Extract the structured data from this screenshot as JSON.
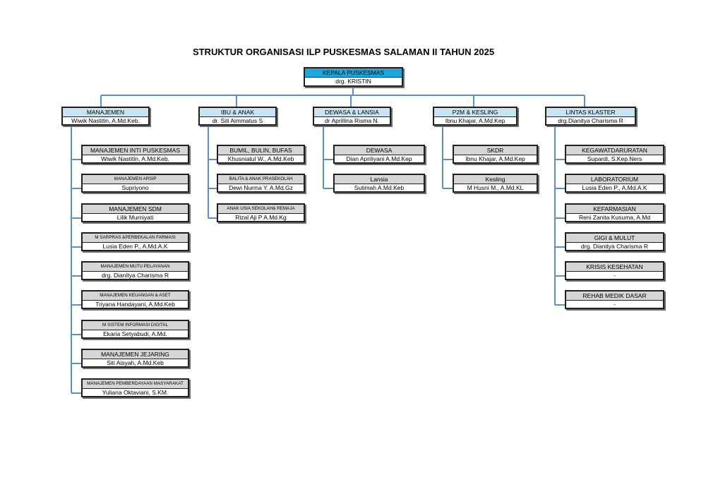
{
  "title": "STRUKTUR ORGANISASI ILP PUSKESMAS SALAMAN II TAHUN 2025",
  "colors": {
    "line": "#5b8fc9",
    "head": "#1ea6dc",
    "cluster": "#c9e4f1",
    "unit": "#d6d6d6"
  },
  "head": {
    "role": "KEPALA PUSKESMAS",
    "name": "drg. KRISTIN"
  },
  "clusters": [
    {
      "role": "MANAJEMEN",
      "name": "Wiwik Nastitin, A.Md.Keb.",
      "units": [
        {
          "role": "MANAJEMEN INTI PUSKESMAS",
          "name": "Wiwik Nastitin, A.Md.Keb."
        },
        {
          "role": "MANAJEMEN ARSIP",
          "name": "Supriyono"
        },
        {
          "role": "MANAJEMEN SDM",
          "name": "Lilik Murniyati"
        },
        {
          "role": "M SARPRAS &PERBEKALAN FARMASI",
          "name": "Lusia Eden P., A.Md.A.K"
        },
        {
          "role": "MANAJEMEN MUTU PELAYANAN",
          "name": "drg. Dianitya Charisma R"
        },
        {
          "role": "MANAJEMEN KEUANGAN & ASET",
          "name": "Triyana Handayani, A.Md.Keb"
        },
        {
          "role": "M SISTEM INFORMASI DIGITAL",
          "name": "Ekaria Setyabudi, A.Md."
        },
        {
          "role": "MANAJEMEN JEJARING",
          "name": "Siti Aisyah, A.Md.Keb"
        },
        {
          "role": "MANAJEMEN PEMBERDAYAAN MASYARAKAT",
          "name": "Yuliana Oktaviani, S.KM."
        }
      ]
    },
    {
      "role": "IBU & ANAK",
      "name": "dr. Siti Aimmatus S",
      "units": [
        {
          "role": "BUMIL, BULIN, BUFAS",
          "name": "Khusniatul W., A.Md.Keb"
        },
        {
          "role": "BALITA & ANAK PRASEKOLAH",
          "name": "Dewi Nurma Y. A.Md.Gz"
        },
        {
          "role": "ANAK USIA SEKOLAH& REMAJA",
          "name": "Rizal Aji P A.Md.Kg"
        }
      ]
    },
    {
      "role": "DEWASA & LANSIA",
      "name": "dr Aprillina Risma N.",
      "units": [
        {
          "role": "DEWASA",
          "name": "Dian Apriliyani A.Md.Kep"
        },
        {
          "role": "Lansia",
          "name": "Sutimah A.Md.Keb"
        }
      ]
    },
    {
      "role": "P2M & KESLING",
      "name": "Ibnu Khajar, A.Md.Kep",
      "units": [
        {
          "role": "SKDR",
          "name": "Ibnu Khajar, A.Md.Kep"
        },
        {
          "role": "Kesling",
          "name": "M Husni M., A.Md.KL"
        }
      ]
    },
    {
      "role": "LINTAS KLASTER",
      "name": "drg.Dianitya Charisma R",
      "units": [
        {
          "role": "KEGAWATDARURATAN",
          "name": "Supardi, S.Kep.Ners"
        },
        {
          "role": "LABORATORIUM",
          "name": "Lusia Eden P., A.Md.A.K"
        },
        {
          "role": "KEFARMASIAN",
          "name": "Reni Zanita Kusuma, A.Md"
        },
        {
          "role": "GIGI & MULUT",
          "name": "drg. Dianitya Charisma R"
        },
        {
          "role": "KRISIS KESEHATAN",
          "name": "-"
        },
        {
          "role": "REHAB MEDIK DASAR",
          "name": "-"
        }
      ]
    }
  ]
}
